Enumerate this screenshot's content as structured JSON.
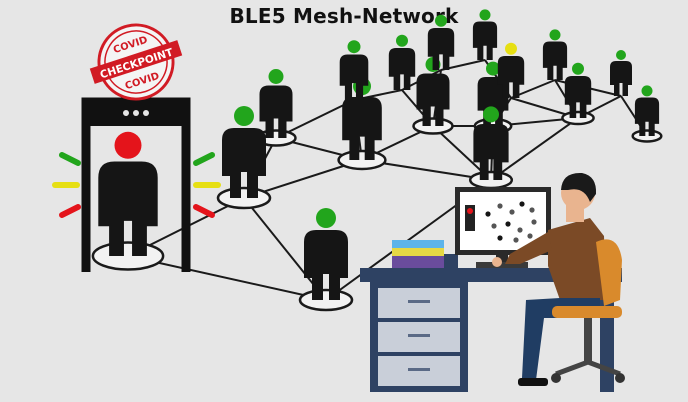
{
  "title": "BLE5 Mesh-Network",
  "stamp": {
    "top": "COVID",
    "middle": "CHECKPOINT",
    "bottom": "COVID"
  },
  "colors": {
    "background": "#e6e6e6",
    "person": "#151515",
    "healthy": "#22a51c",
    "suspect": "#e6df13",
    "infected": "#e4141b",
    "stamp": "#d11b24",
    "desk": "#2e4263",
    "drawers": "#c9cfd9",
    "chair": "#d98a2c",
    "shirt": "#7b4a26",
    "screen": "#2f6fd1"
  },
  "icons": [
    "covid-stamp",
    "checkpoint-gate",
    "signal-lights",
    "person-icon",
    "computer-monitor",
    "office-desk",
    "office-chair",
    "operator-person"
  ]
}
